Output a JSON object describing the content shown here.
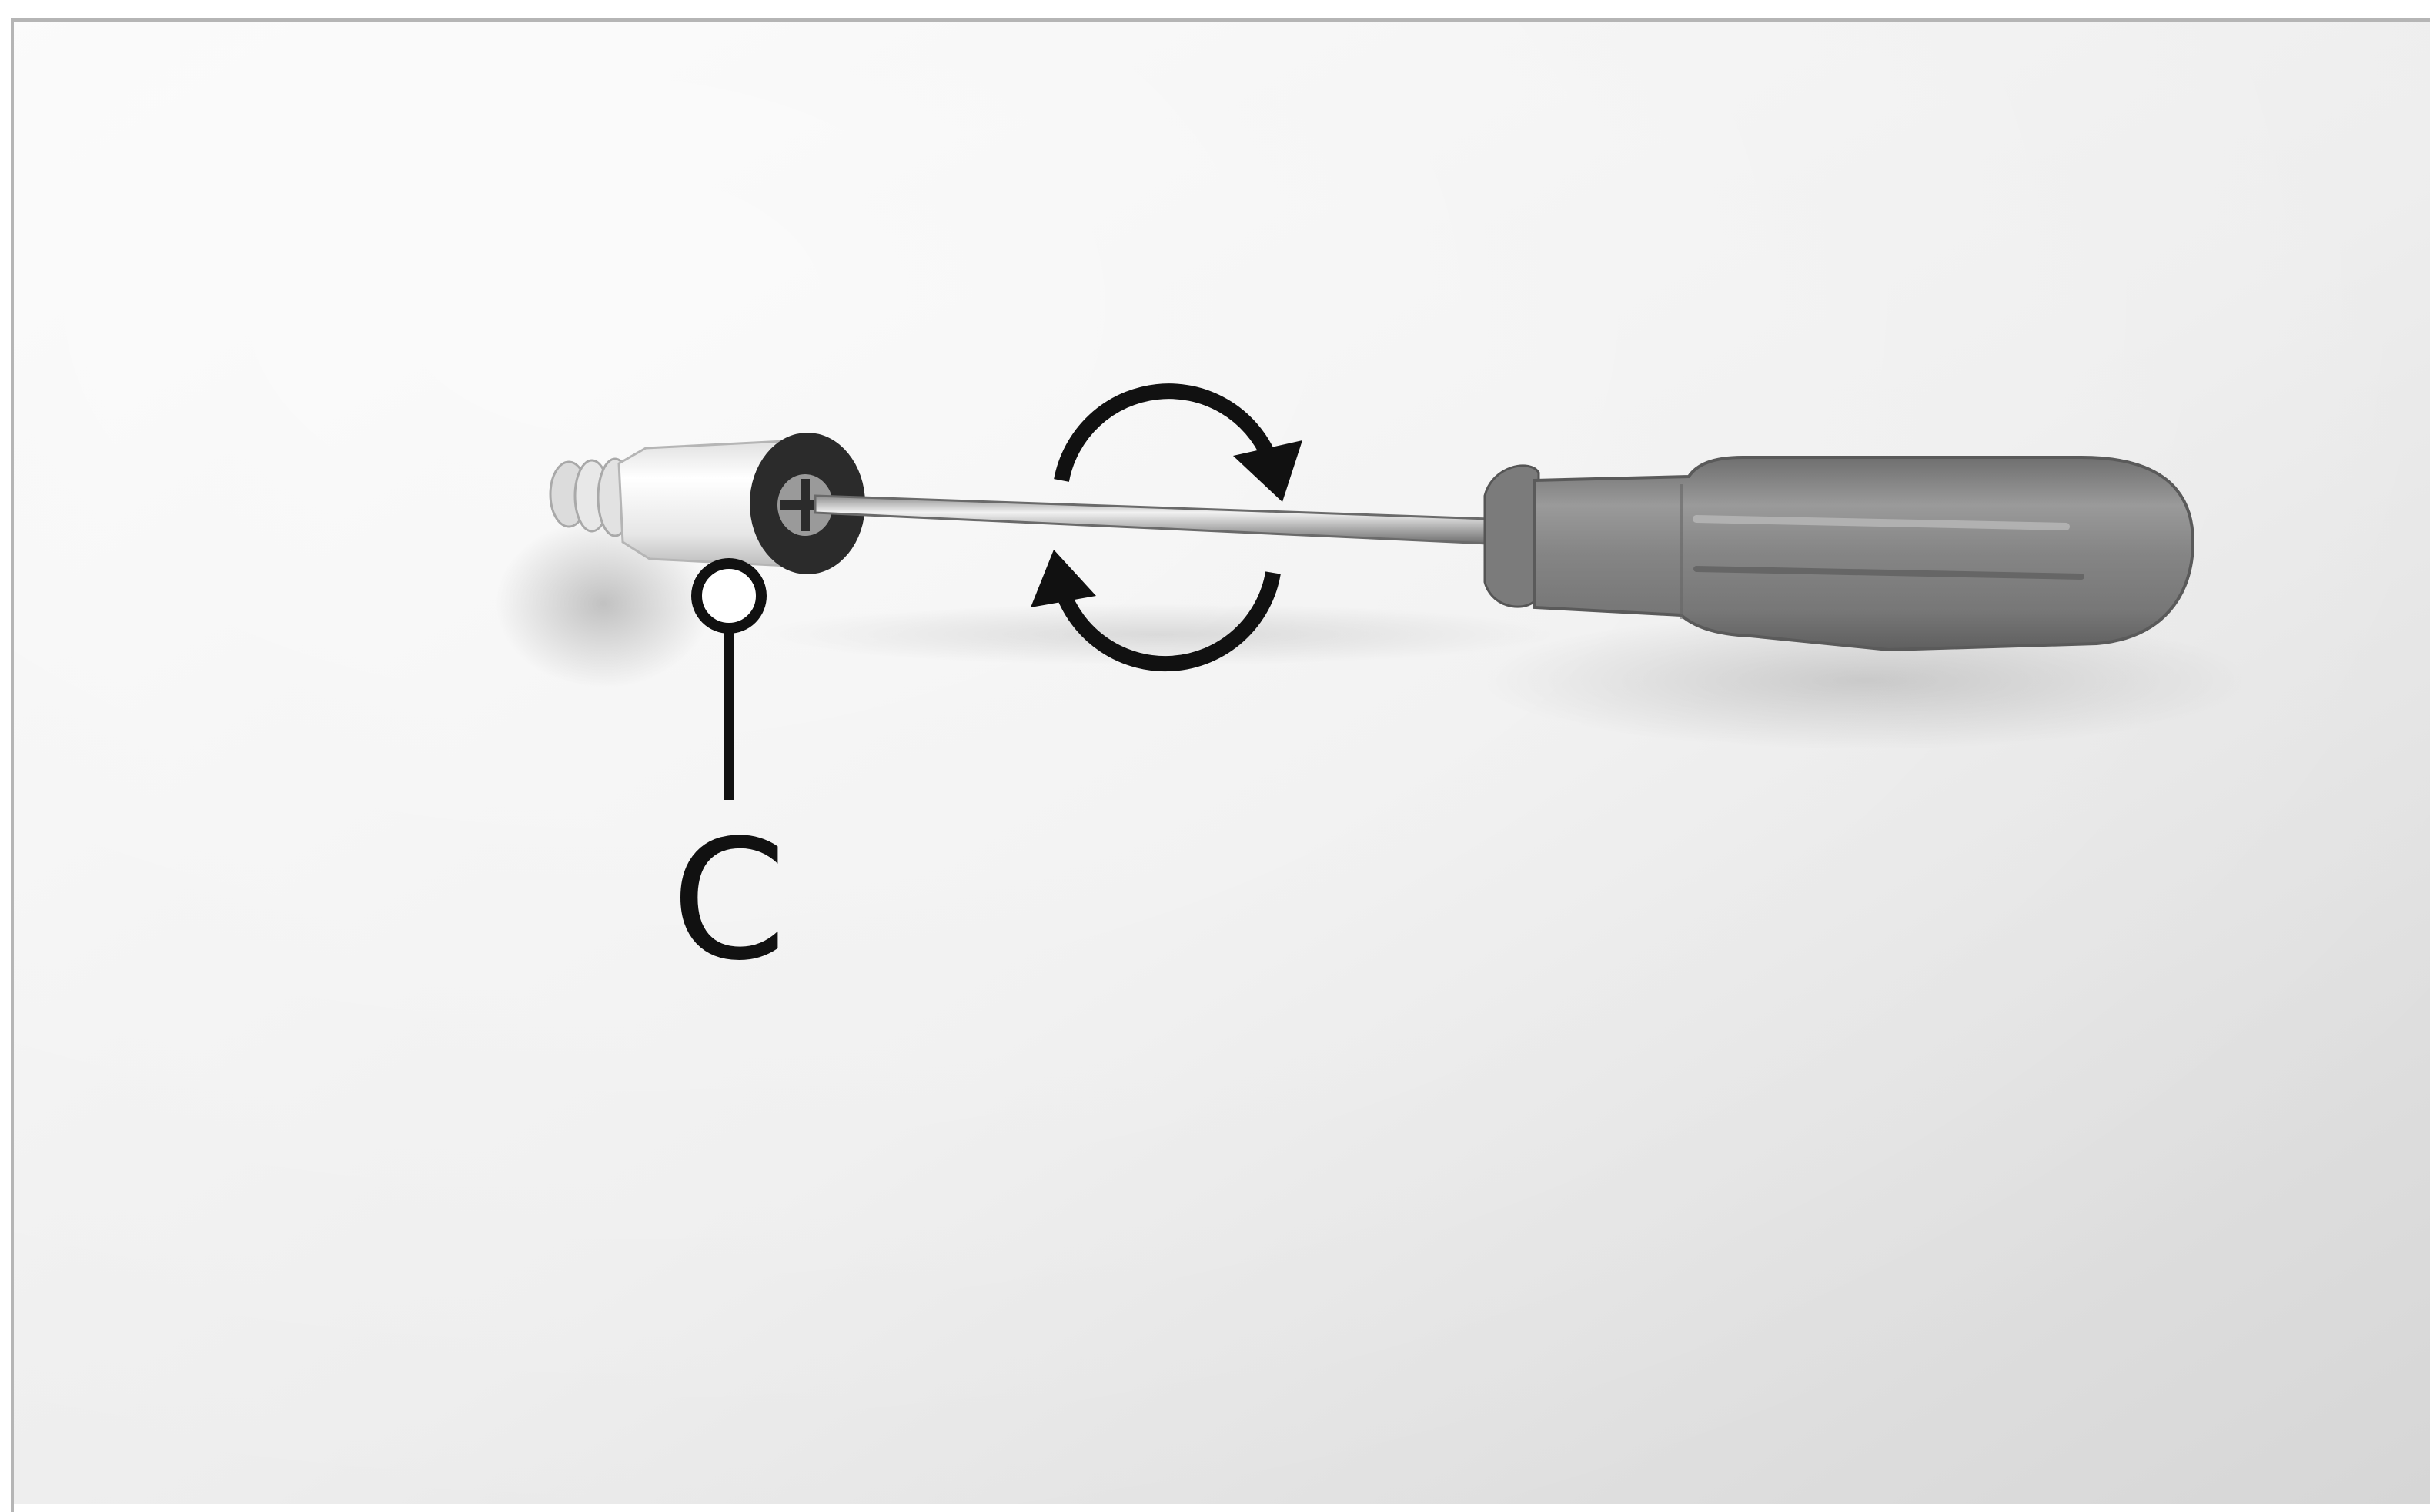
{
  "figure": {
    "callout": {
      "label": "C",
      "target": "wall-plug-anchor"
    },
    "rotation_indicator": "clockwise-rotation-arrows",
    "objects": [
      "wall-plug-anchor",
      "phillips-screwdriver",
      "wall-surface"
    ],
    "colors": {
      "wall_light": "#f7f7f7",
      "wall_dark": "#d9d9d9",
      "handle": "#8a8a8a",
      "shaft": "#cfcfcf",
      "anchor_body": "#efefef",
      "anchor_face": "#2b2b2b",
      "ink": "#111111"
    }
  }
}
